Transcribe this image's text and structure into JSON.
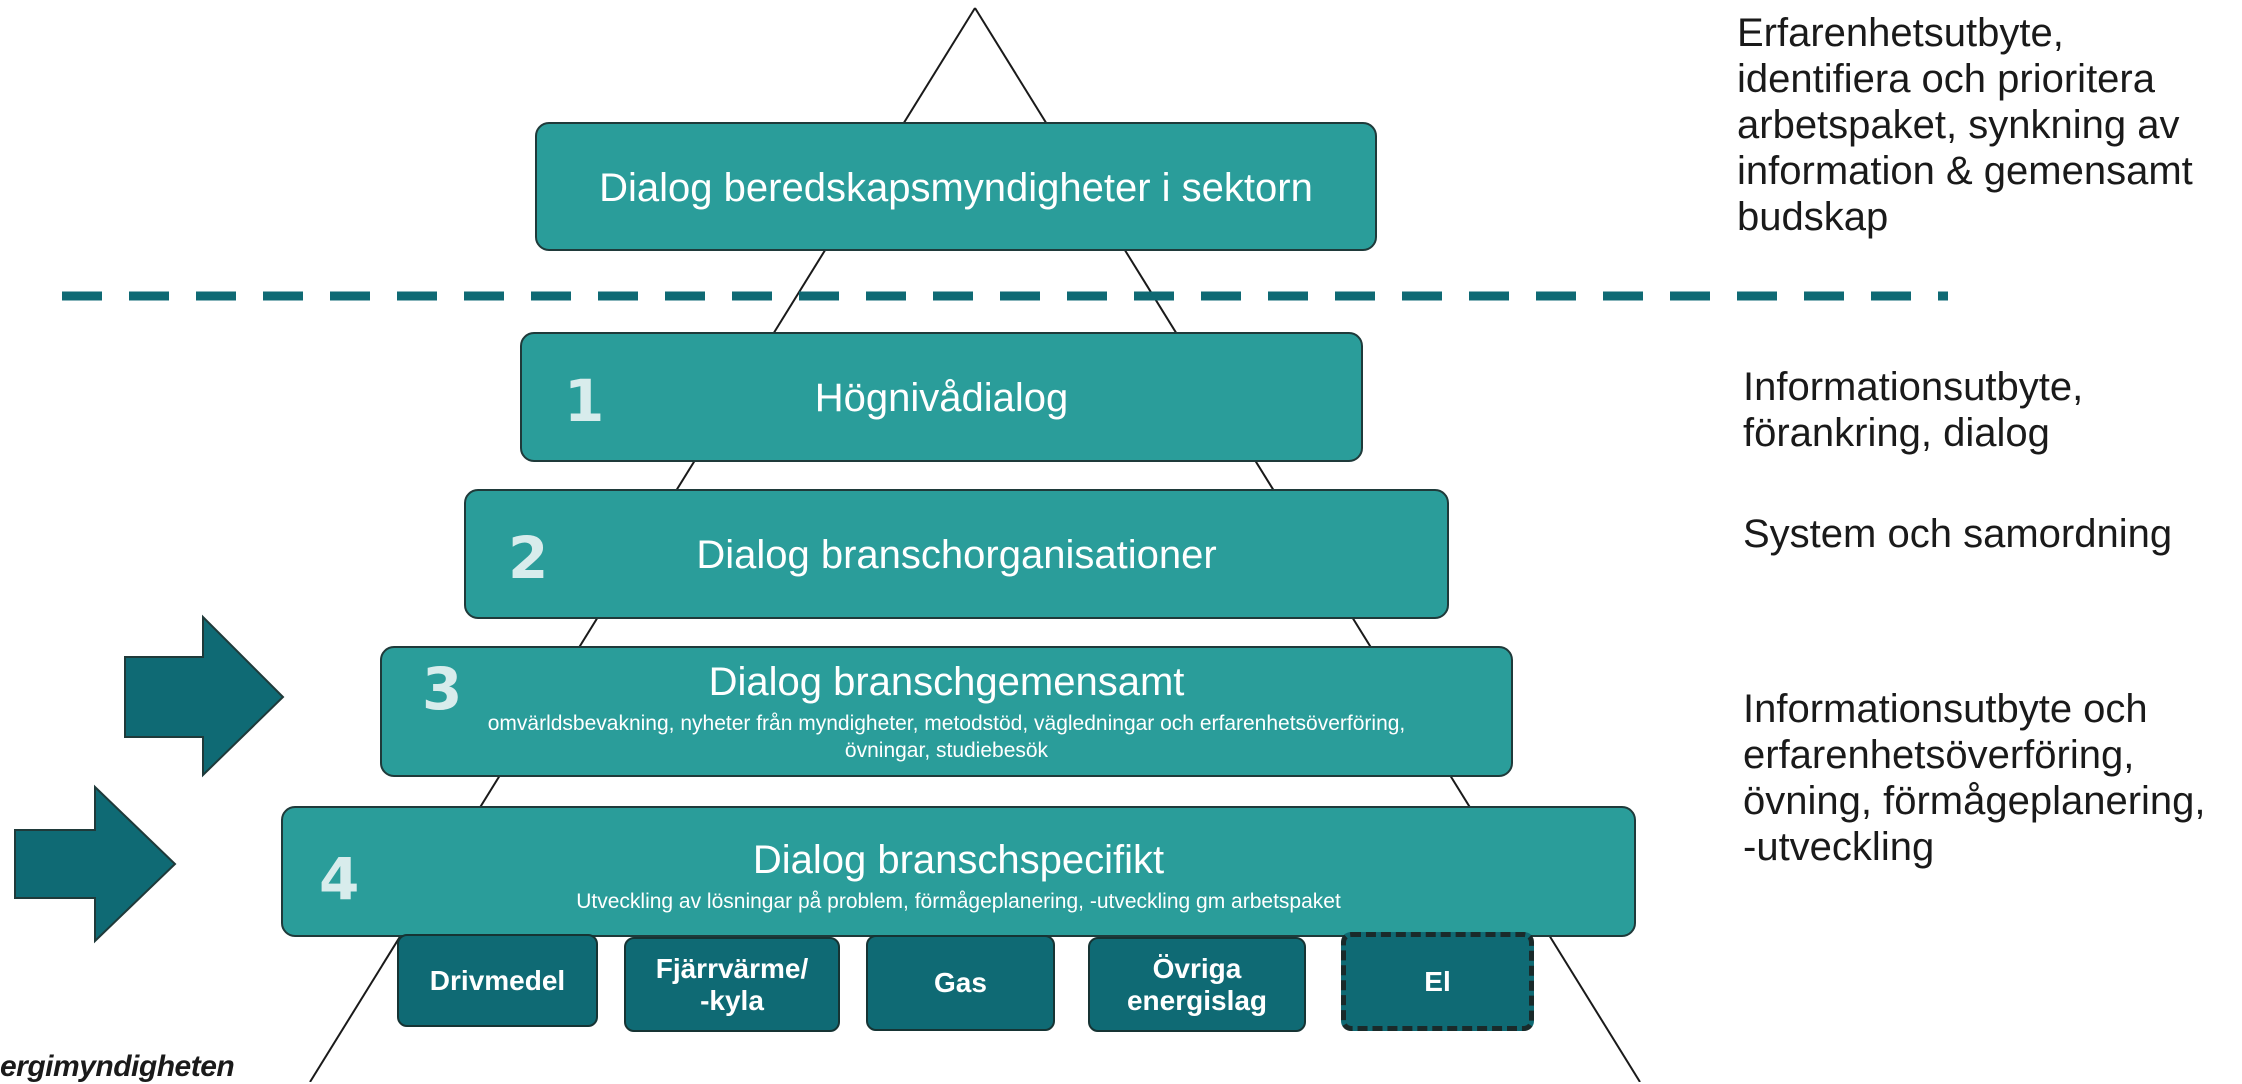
{
  "top_box": {
    "title": "Dialog beredskapsmyndigheter i sektorn"
  },
  "levels": [
    {
      "number": "1",
      "title": "Högnivådialog",
      "subtitle": ""
    },
    {
      "number": "2",
      "title": "Dialog branschorganisationer",
      "subtitle": ""
    },
    {
      "number": "3",
      "title": "Dialog branschgemensamt",
      "subtitle_line1": "omvärldsbevakning, nyheter från myndigheter, metodstöd, vägledningar och erfarenhetsöverföring,",
      "subtitle_line2": "övningar, studiebesök"
    },
    {
      "number": "4",
      "title": "Dialog branschspecifikt",
      "subtitle": "Utveckling av lösningar på problem, förmågeplanering, -utveckling gm arbetspaket"
    }
  ],
  "sectors": [
    {
      "line1": "Drivmedel",
      "line2": ""
    },
    {
      "line1": "Fjärrvärme/",
      "line2": "-kyla"
    },
    {
      "line1": "Gas",
      "line2": ""
    },
    {
      "line1": "Övriga",
      "line2": "energislag"
    },
    {
      "line1": "El",
      "line2": ""
    }
  ],
  "side_notes": {
    "top": [
      "Erfarenhetsutbyte,",
      "identifiera och prioritera",
      "arbetspaket, synkning av",
      "information & gemensamt",
      "budskap"
    ],
    "level1": [
      "Informationsutbyte,",
      "förankring, dialog"
    ],
    "level2": [
      "System och samordning"
    ],
    "level34": [
      "Informationsutbyte och",
      "erfarenhetsöverföring,",
      "övning, förmågeplanering,",
      "-utveckling"
    ]
  },
  "logo_text": "ergimyndigheten",
  "colors": {
    "box": "#2a9d9a",
    "sector": "#0f6a74",
    "arrow": "#0f6a74",
    "dashed_line": "#0f6a74"
  }
}
